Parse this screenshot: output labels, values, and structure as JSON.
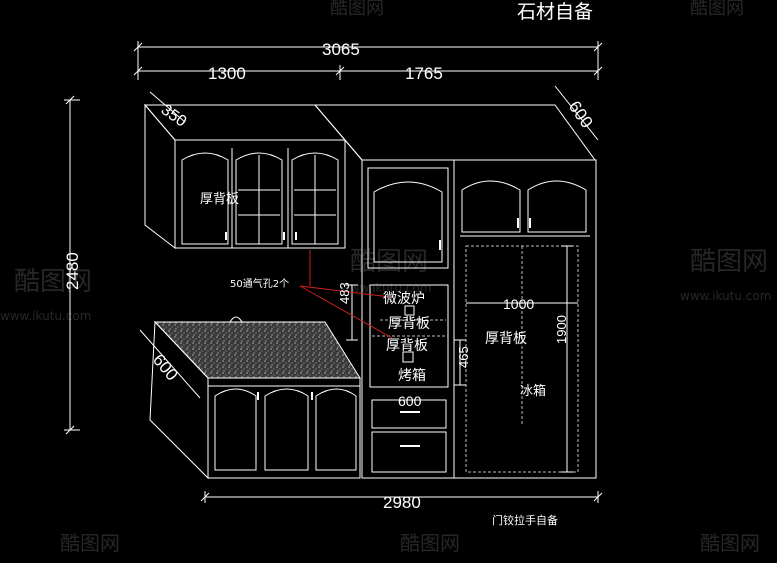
{
  "title": "石材自备",
  "footer_note": "门铰拉手自备",
  "dimensions": {
    "total_top": "3065",
    "left_width": "1300",
    "right_width": "1765",
    "upper_depth": "350",
    "tall_depth": "600",
    "total_height": "2480",
    "base_depth": "600",
    "vent_height": "483",
    "fridge_width": "1000",
    "fridge_height": "1900",
    "oven_height": "465",
    "drawer_width": "600",
    "total_bottom": "2980"
  },
  "labels": {
    "upper_back": "厚背板",
    "vent_holes": "50通气孔2个",
    "microwave": "微波炉",
    "shelf_back_1": "厚背板",
    "shelf_back_2": "厚背板",
    "oven": "烤箱",
    "fridge_back": "厚背板",
    "fridge": "冰箱"
  },
  "watermark": {
    "brand": "酷图网",
    "url": "www.ikutu.com"
  },
  "colors": {
    "background": "#000000",
    "lines": "#ffffff",
    "dashed": "#bbbbbb",
    "leader": "#d02020"
  }
}
